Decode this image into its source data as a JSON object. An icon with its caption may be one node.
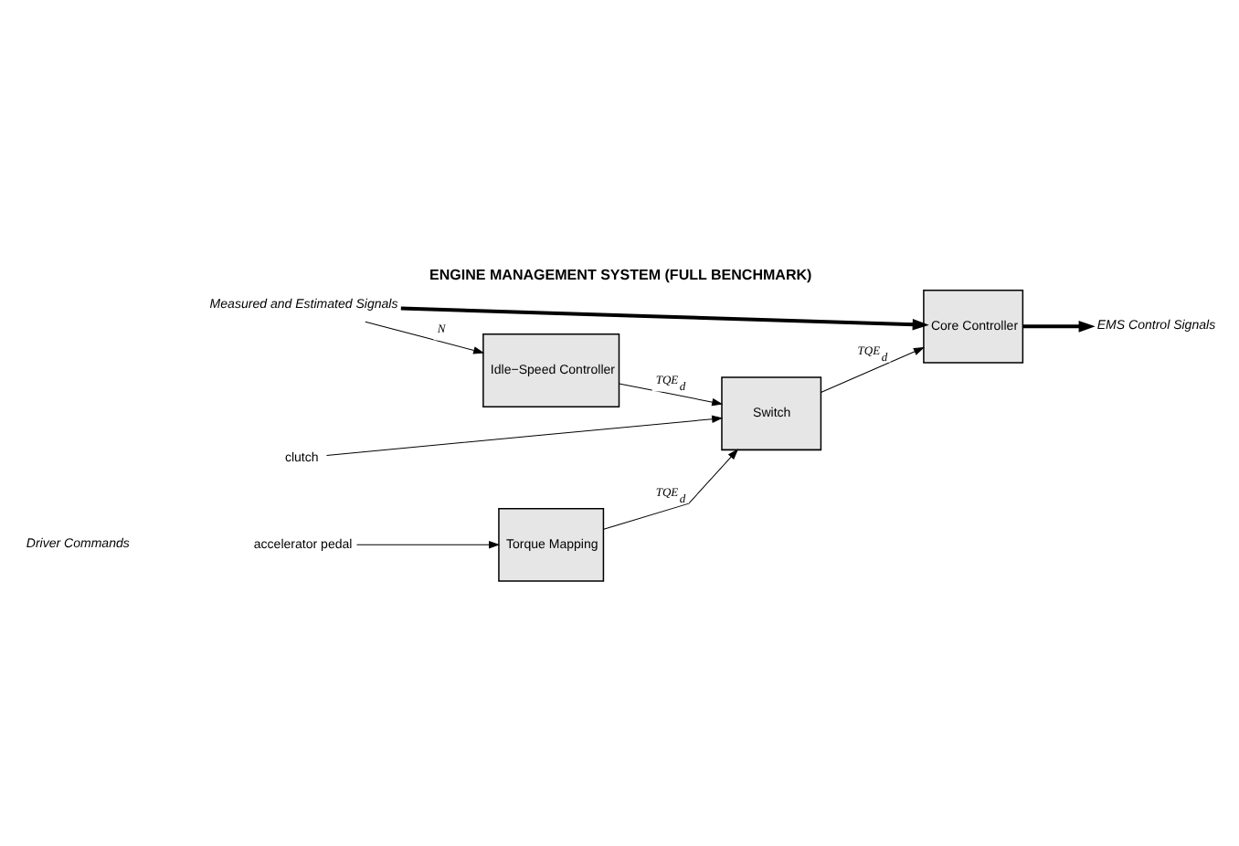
{
  "diagram": {
    "title": "ENGINE MANAGEMENT SYSTEM (FULL BENCHMARK)",
    "nodes": [
      {
        "text": [
          "Measured and Estimated Signals"
        ]
      },
      {
        "text": [
          "Idle−Speed Controller"
        ]
      },
      {
        "text": [
          "Core Controller"
        ]
      },
      {
        "text": [
          "accelerator pedal"
        ]
      },
      {
        "text": [
          "Torque Mapping"
        ]
      },
      {
        "text": [
          "Switch"
        ]
      },
      {
        "text": [
          "clutch"
        ]
      },
      {
        "text": [
          "EMS Control Signals"
        ]
      }
    ],
    "edges": [
      {
        "from": 0,
        "to": 2,
        "arrow": "to",
        "style": "thick"
      },
      {
        "from": 0,
        "to": 1,
        "arrow": "to",
        "label": "N"
      },
      {
        "from": 1,
        "to": 5,
        "arrow": "to",
        "label": "TQE$_{d}$"
      },
      {
        "from": 4,
        "to": 5,
        "arrow": "to",
        "label": "TQE$_{d}$"
      },
      {
        "from": 5,
        "to": 2,
        "arrow": "to",
        "label": "TQE$_{d}$"
      },
      {
        "from": 2,
        "to": 7,
        "arrow": "to",
        "style": "thick"
      },
      {
        "from": 3,
        "to": 4,
        "arrow": "to"
      },
      {
        "from": 6,
        "to": 5,
        "arrow": "to"
      }
    ],
    "labels": [
      "Driver Commands"
    ]
  }
}
